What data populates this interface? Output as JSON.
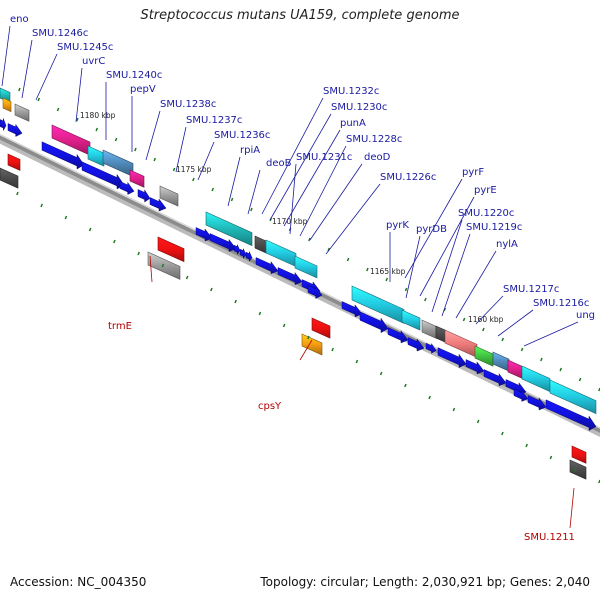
{
  "title": "Streptococcus mutans UA159, complete genome",
  "footer": {
    "accession": "Accession: NC_004350",
    "topology": "Topology: circular; Length: 2,030,921 bp; Genes: 2,040"
  },
  "colors": {
    "blue_gene": "#1111dd",
    "backbone": "#8c8c8c",
    "label_blue": "#1a1aa0",
    "label_red": "#b20000",
    "tick_green": "#1e7a1e",
    "cyan": "#22c9e0",
    "teal": "#20b7b7",
    "steel": "#4f89b8",
    "magenta": "#e0208a",
    "salmon": "#f07a7a",
    "green": "#41c441",
    "orange": "#f39c12",
    "red": "#ee1111",
    "grey": "#9b9b9b",
    "dark_grey": "#4b4b4b"
  },
  "scale_labels": [
    "1180 kbp",
    "1175 kbp",
    "1170 kbp",
    "1165 kbp",
    "1160 kbp"
  ],
  "gene_labels": [
    "eno",
    "SMU.1246c",
    "SMU.1245c",
    "uvrC",
    "SMU.1240c",
    "pepV",
    "SMU.1238c",
    "SMU.1237c",
    "SMU.1236c",
    "rpiA",
    "deoB",
    "SMU.1232c",
    "SMU.1230c",
    "punA",
    "SMU.1231c",
    "SMU.1228c",
    "deoD",
    "SMU.1226c",
    "pyrF",
    "pyrE",
    "pyrK",
    "pyrDB",
    "SMU.1220c",
    "SMU.1219c",
    "nylA",
    "SMU.1217c",
    "SMU.1216c",
    "ung",
    "trmE",
    "cpsY",
    "SMU.1211"
  ]
}
